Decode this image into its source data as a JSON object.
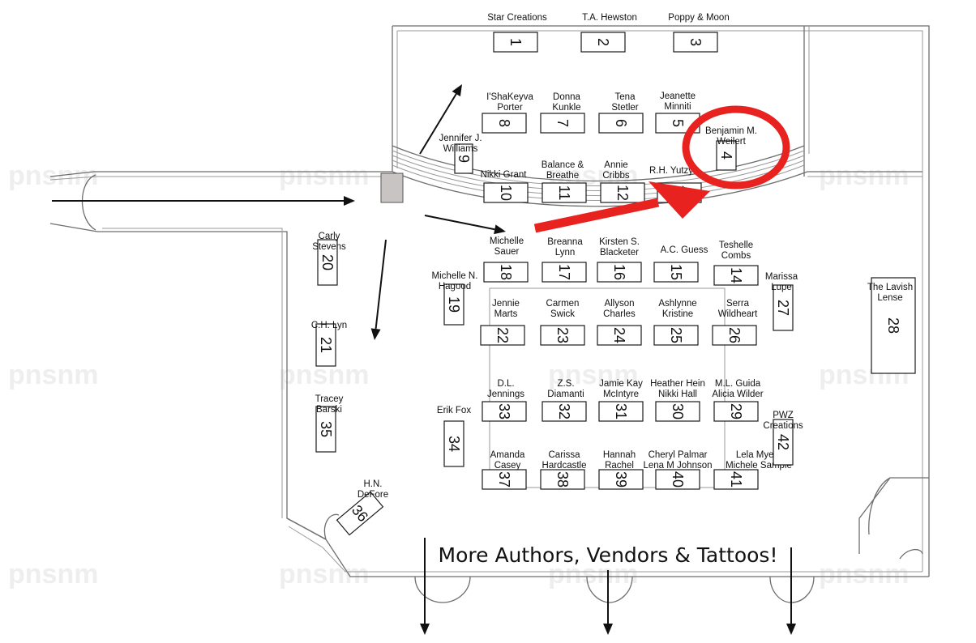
{
  "watermark": "pnsnm",
  "footer_text": "More Authors, Vendors & Tattoos!",
  "highlight_color": "#e8231f",
  "tables": [
    {
      "num": "1",
      "vendor": [
        "Star Creations"
      ]
    },
    {
      "num": "2",
      "vendor": [
        "T.A. Hewston"
      ]
    },
    {
      "num": "3",
      "vendor": [
        "Poppy & Moon"
      ]
    },
    {
      "num": "4",
      "vendor": [
        "Benjamin M.",
        "Weilert"
      ]
    },
    {
      "num": "5",
      "vendor": [
        "Jeanette",
        "Minniti"
      ]
    },
    {
      "num": "6",
      "vendor": [
        "Tena",
        "Stetler"
      ]
    },
    {
      "num": "7",
      "vendor": [
        "Donna",
        "Kunkle"
      ]
    },
    {
      "num": "8",
      "vendor": [
        "I'ShaKeyva",
        "Porter"
      ]
    },
    {
      "num": "9",
      "vendor": [
        "Jennifer J.",
        "Williams"
      ]
    },
    {
      "num": "10",
      "vendor": [
        "Nikki Grant"
      ]
    },
    {
      "num": "11",
      "vendor": [
        "Balance &",
        "Breathe"
      ]
    },
    {
      "num": "12",
      "vendor": [
        "Annie",
        "Cribbs"
      ]
    },
    {
      "num": "13",
      "vendor": [
        "R.H. Yutzy"
      ]
    },
    {
      "num": "14",
      "vendor": [
        "Teshelle",
        "Combs"
      ]
    },
    {
      "num": "15",
      "vendor": [
        "A.C. Guess"
      ]
    },
    {
      "num": "16",
      "vendor": [
        "Kirsten S.",
        "Blacketer"
      ]
    },
    {
      "num": "17",
      "vendor": [
        "Breanna",
        "Lynn"
      ]
    },
    {
      "num": "18",
      "vendor": [
        "Michelle",
        "Sauer"
      ]
    },
    {
      "num": "19",
      "vendor": [
        "Michelle N.",
        "Hagood"
      ]
    },
    {
      "num": "20",
      "vendor": [
        "Carly",
        "Stevens"
      ]
    },
    {
      "num": "21",
      "vendor": [
        "C.H. Lyn"
      ]
    },
    {
      "num": "22",
      "vendor": [
        "Jennie",
        "Marts"
      ]
    },
    {
      "num": "23",
      "vendor": [
        "Carmen",
        "Swick"
      ]
    },
    {
      "num": "24",
      "vendor": [
        "Allyson",
        "Charles"
      ]
    },
    {
      "num": "25",
      "vendor": [
        "Ashlynne",
        "Kristine"
      ]
    },
    {
      "num": "26",
      "vendor": [
        "Serra",
        "Wildheart"
      ]
    },
    {
      "num": "27",
      "vendor": [
        "Marissa",
        "Lupe"
      ]
    },
    {
      "num": "28",
      "vendor": [
        "The Lavish",
        "Lense"
      ]
    },
    {
      "num": "29",
      "vendor": [
        "M.L. Guida",
        "Alicia Wilder"
      ]
    },
    {
      "num": "30",
      "vendor": [
        "Heather Hein",
        "Nikki Hall"
      ]
    },
    {
      "num": "31",
      "vendor": [
        "Jamie Kay",
        "McIntyre"
      ]
    },
    {
      "num": "32",
      "vendor": [
        "Z.S.",
        "Diamanti"
      ]
    },
    {
      "num": "33",
      "vendor": [
        "D.L.",
        "Jennings"
      ]
    },
    {
      "num": "34",
      "vendor": [
        "Erik Fox"
      ]
    },
    {
      "num": "35",
      "vendor": [
        "Tracey",
        "Barski"
      ]
    },
    {
      "num": "36",
      "vendor": [
        "H.N.",
        "DeFore"
      ]
    },
    {
      "num": "37",
      "vendor": [
        "Amanda",
        "Casey"
      ]
    },
    {
      "num": "38",
      "vendor": [
        "Carissa",
        "Hardcastle"
      ]
    },
    {
      "num": "39",
      "vendor": [
        "Hannah",
        "Rachel"
      ]
    },
    {
      "num": "40",
      "vendor": [
        "Cheryl Palmar",
        "Lena M Johnson"
      ]
    },
    {
      "num": "41",
      "vendor": [
        "Lela Myers",
        "Michele Sample"
      ]
    },
    {
      "num": "42",
      "vendor": [
        "PWZ",
        "Creations"
      ]
    }
  ]
}
